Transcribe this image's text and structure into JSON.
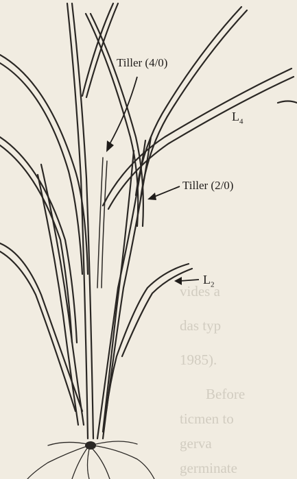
{
  "labels": {
    "tiller_4": "Tiller (4/0)",
    "tiller_2": "Tiller (2/0)",
    "leaf_4_main": "L",
    "leaf_4_sub": "4",
    "leaf_2_main": "L",
    "leaf_2_sub": "2"
  },
  "background_page_text": [
    "vides a",
    "das typ",
    "1985).",
    "Before",
    "ticmen to",
    "gerva",
    "germinate"
  ],
  "colors": {
    "paper": "#f1ece1",
    "ink": "#1f1c1a",
    "bleed_text": "#b8b2a6"
  }
}
